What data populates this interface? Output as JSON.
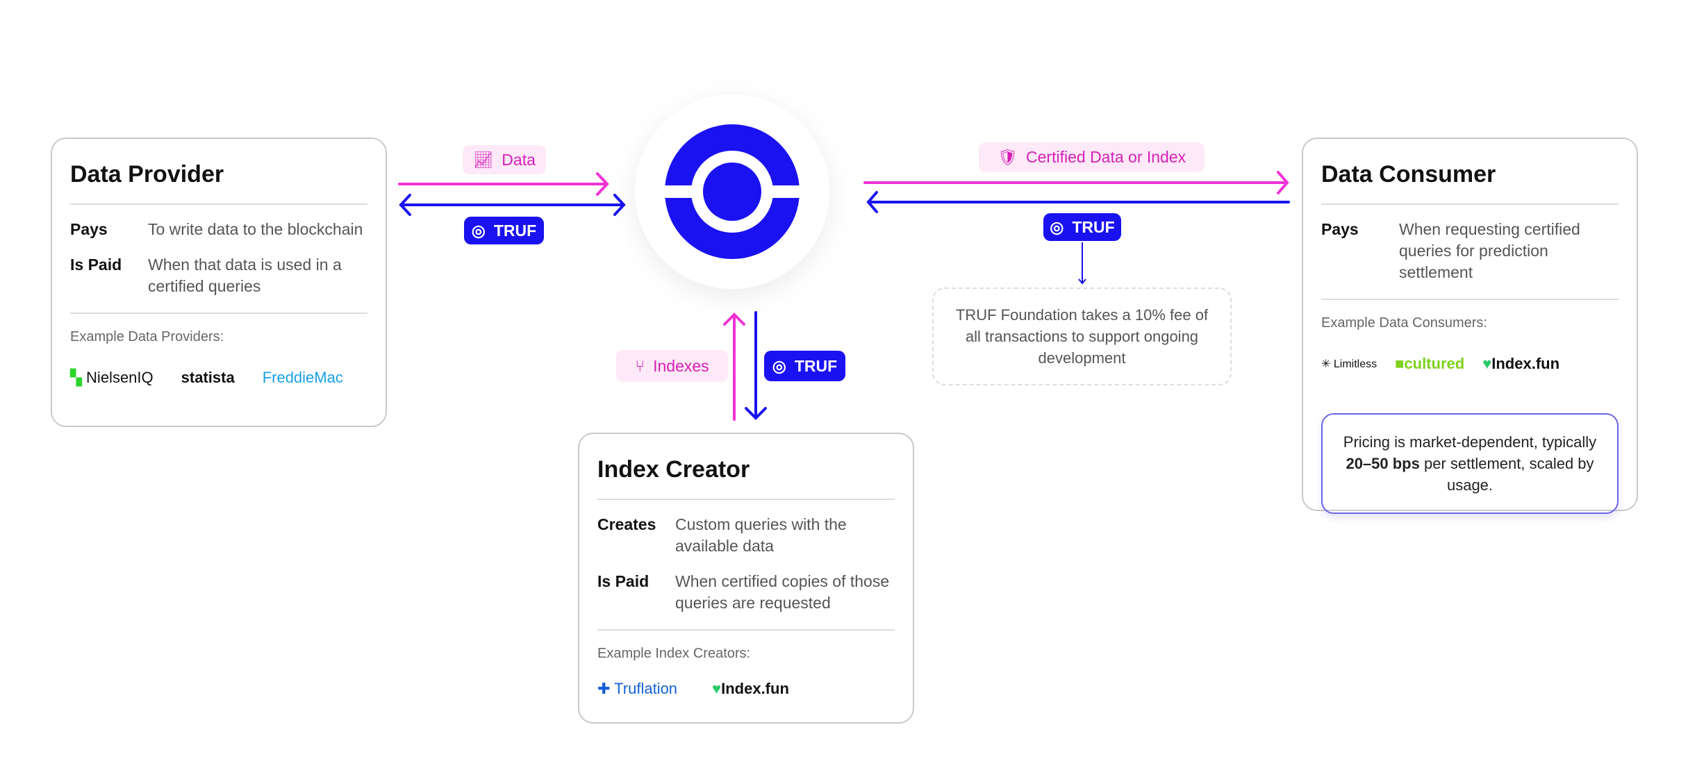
{
  "provider": {
    "title": "Data Provider",
    "rows": [
      {
        "k": "Pays",
        "v": "To write data to the blockchain"
      },
      {
        "k": "Is Paid",
        "v": "When that data is used in a certified queries"
      }
    ],
    "examples_label": "Example Data Providers:",
    "logos": [
      "NielsenIQ",
      "statista",
      "FreddieMac"
    ]
  },
  "consumer": {
    "title": "Data Consumer",
    "rows": [
      {
        "k": "Pays",
        "v": "When requesting certified queries for prediction settlement"
      }
    ],
    "examples_label": "Example Data Consumers:",
    "logos": [
      "Limitless",
      "cultured",
      "Index.fun"
    ],
    "pricing_pre": "Pricing is market-dependent, typically ",
    "pricing_bold": "20–50 bps",
    "pricing_post": " per settlement, scaled by usage."
  },
  "creator": {
    "title": "Index Creator",
    "rows": [
      {
        "k": "Creates",
        "v": "Custom queries with the available data"
      },
      {
        "k": "Is Paid",
        "v": "When certified copies of those queries are requested"
      }
    ],
    "examples_label": "Example Index Creators:",
    "logos": [
      "Truflation",
      "Index.fun"
    ]
  },
  "badges": {
    "data": "Data",
    "certified": "Certified Data or Index",
    "indexes": "Indexes",
    "truf": "TRUF"
  },
  "fee_note": "TRUF Foundation takes a 10% fee of all transactions to support ongoing development",
  "colors": {
    "pink": "#f032d6",
    "blue": "#1a12f0"
  }
}
